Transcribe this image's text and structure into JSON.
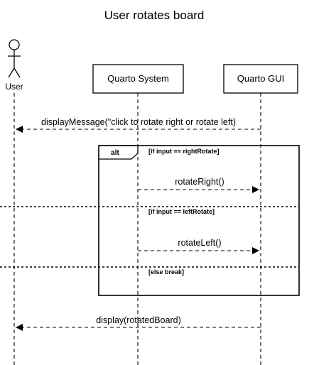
{
  "diagram": {
    "title": "User rotates board",
    "actor": {
      "label": "User"
    },
    "participants": [
      {
        "id": "system",
        "label": "Quarto System"
      },
      {
        "id": "gui",
        "label": "Quarto GUI"
      }
    ],
    "messages": {
      "display_message": "displayMessage(\"click to rotate right or rotate left)",
      "rotate_right": "rotateRight()",
      "rotate_left": "rotateLeft()",
      "display_rotated": "display(rotatedBoard)"
    },
    "fragment": {
      "operator": "alt",
      "guards": [
        "[if input == rightRotate]",
        "[if input == leftRotate]",
        "[else break]"
      ]
    }
  }
}
